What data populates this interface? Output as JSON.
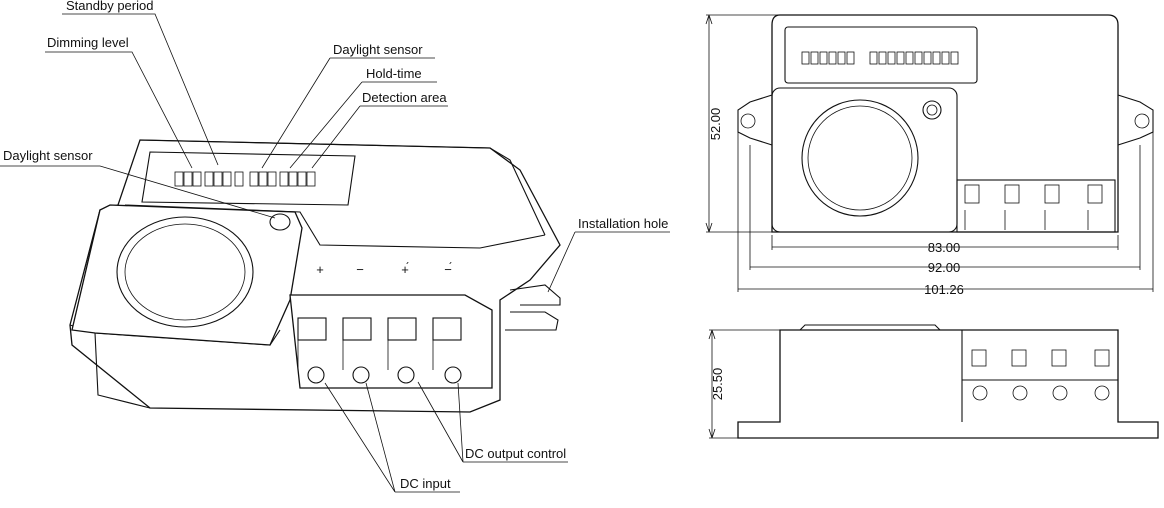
{
  "callouts": {
    "standby_period": "Standby period",
    "dimming_level": "Dimming level",
    "daylight_sensor_switch": "Daylight  sensor",
    "hold_time": "Hold-time",
    "detection_area": "Detection area",
    "daylight_sensor": "Daylight  sensor",
    "installation_hole": "Installation hole",
    "dc_output_control": "DC output control",
    "dc_input": "DC input"
  },
  "terminal_signs": [
    "+",
    "−",
    "+́",
    "−́"
  ],
  "dimensions": {
    "height": "52.00",
    "width_inner": "83.00",
    "width_mid": "92.00",
    "width_overall": "101.26",
    "depth": "25.50"
  }
}
